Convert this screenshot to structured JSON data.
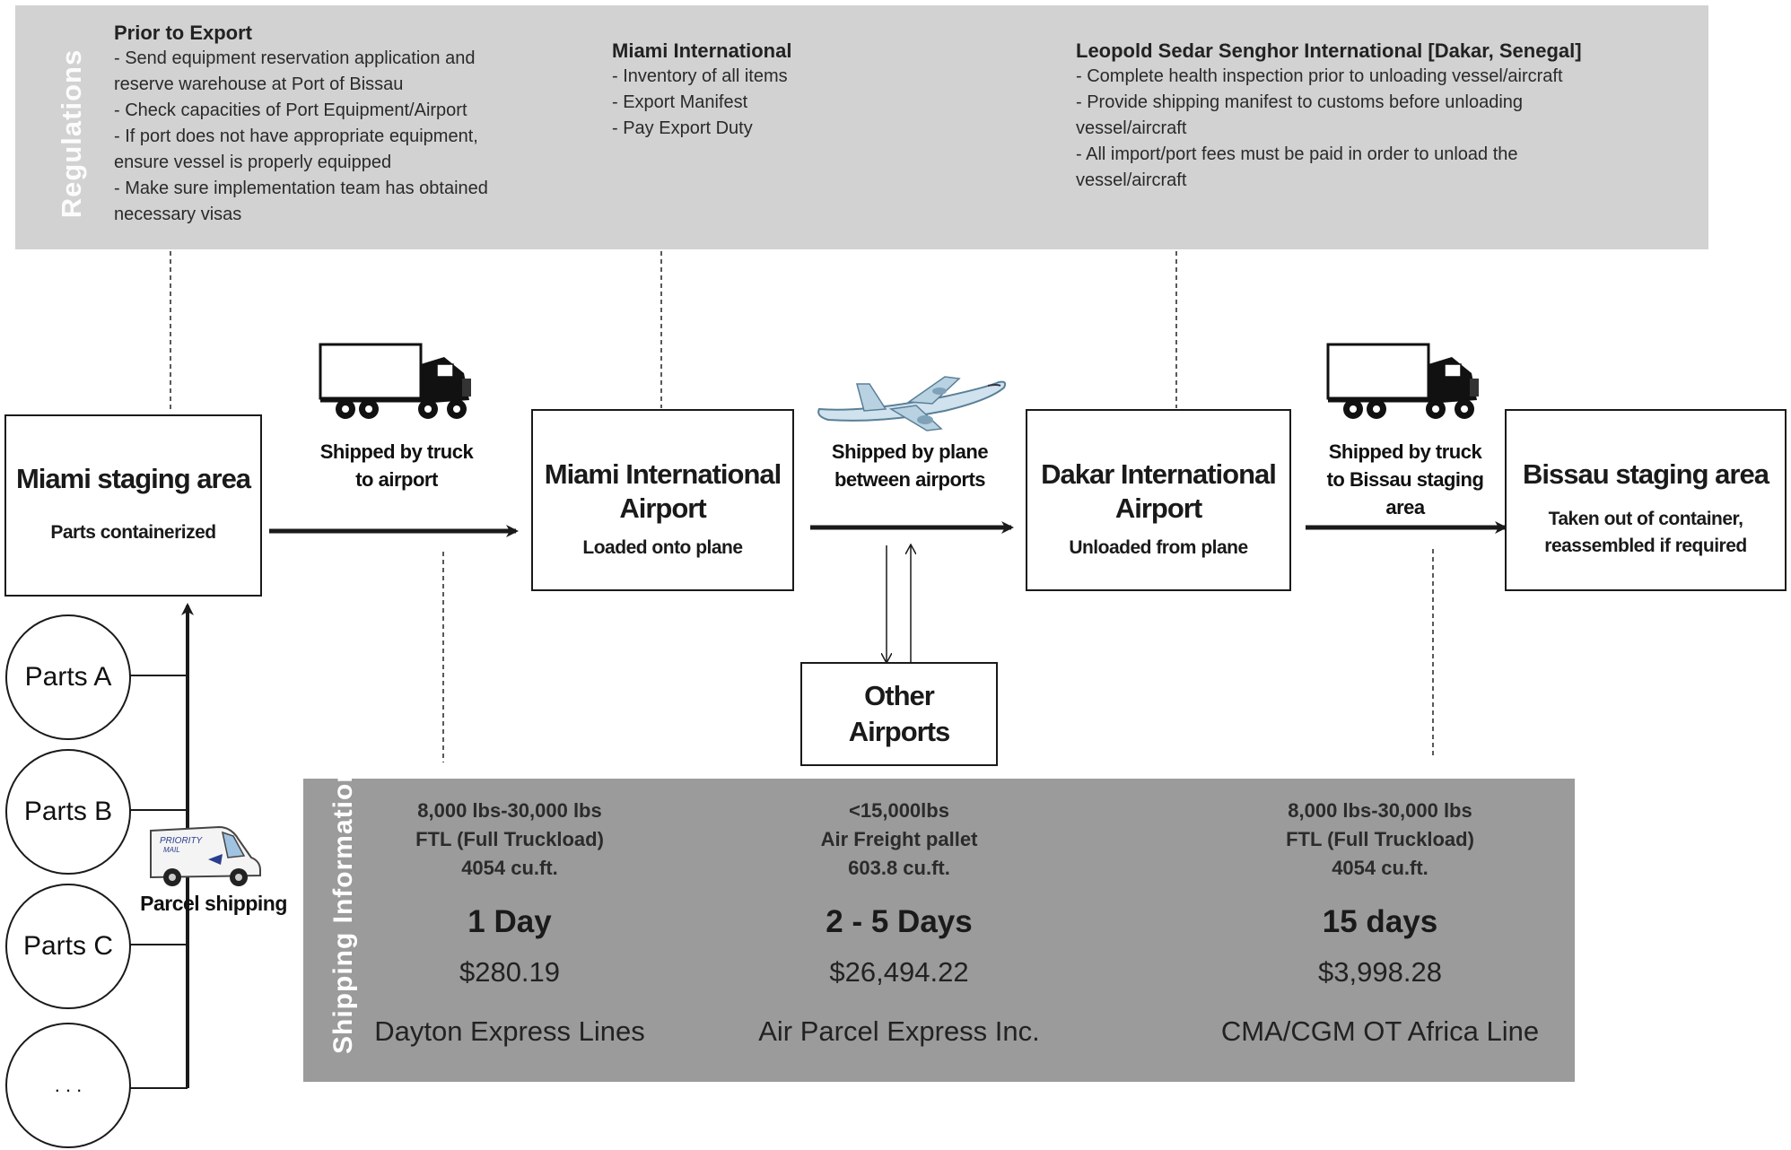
{
  "regulations": {
    "label": "Regulations",
    "columns": [
      {
        "heading": "Prior to Export",
        "lines": [
          "- Send equipment reservation application and",
          "reserve warehouse at Port of Bissau",
          "- Check capacities of Port Equipment/Airport",
          "- If port does not have appropriate equipment,",
          "ensure vessel is properly equipped",
          "- Make sure implementation team has obtained",
          "necessary visas"
        ]
      },
      {
        "heading": "Miami International",
        "lines": [
          "- Inventory of all items",
          "- Export Manifest",
          "- Pay Export Duty"
        ]
      },
      {
        "heading": "Leopold Sedar Senghor International [Dakar, Senegal]",
        "lines": [
          "- Complete health inspection prior to unloading vessel/aircraft",
          "- Provide shipping manifest to customs before unloading",
          "vessel/aircraft",
          "- All import/port fees must be paid in order to unload the",
          "vessel/aircraft"
        ]
      }
    ]
  },
  "nodes": {
    "miami_staging": {
      "title": "Miami staging area",
      "sub": "Parts containerized"
    },
    "miami_airport": {
      "title_1": "Miami International",
      "title_2": "Airport",
      "sub": "Loaded onto plane"
    },
    "dakar_airport": {
      "title_1": "Dakar International",
      "title_2": "Airport",
      "sub": "Unloaded from plane"
    },
    "bissau_staging": {
      "title": "Bissau staging area",
      "sub_1": "Taken out of container,",
      "sub_2": "reassembled if required"
    },
    "other_airports": {
      "title_1": "Other",
      "title_2": "Airports"
    }
  },
  "transport_labels": {
    "truck_1": [
      "Shipped by truck",
      "to airport"
    ],
    "plane": [
      "Shipped by plane",
      "between airports"
    ],
    "truck_2": [
      "Shipped by truck",
      "to Bissau staging",
      "area"
    ],
    "parcel": "Parcel shipping"
  },
  "parts": [
    "Parts A",
    "Parts B",
    "Parts C",
    ". . ."
  ],
  "shipping": {
    "label": "Shipping Information",
    "columns": [
      {
        "spec": [
          "8,000 lbs-30,000 lbs",
          "FTL (Full Truckload)",
          "4054 cu.ft."
        ],
        "duration": "1 Day",
        "cost": "$280.19",
        "carrier": "Dayton Express Lines"
      },
      {
        "spec": [
          "<15,000lbs",
          "Air Freight pallet",
          "603.8 cu.ft."
        ],
        "duration": "2 - 5 Days",
        "cost": "$26,494.22",
        "carrier": "Air Parcel Express Inc."
      },
      {
        "spec": [
          "8,000 lbs-30,000 lbs",
          "FTL (Full Truckload)",
          "4054 cu.ft."
        ],
        "duration": "15 days",
        "cost": "$3,998.28",
        "carrier": "CMA/CGM OT Africa Line"
      }
    ]
  },
  "icons": {
    "truck": "semi-truck-icon",
    "plane": "airplane-icon",
    "van": "priority-mail-van-icon",
    "van_text_1": "PRIORITY",
    "van_text_2": "MAIL"
  }
}
